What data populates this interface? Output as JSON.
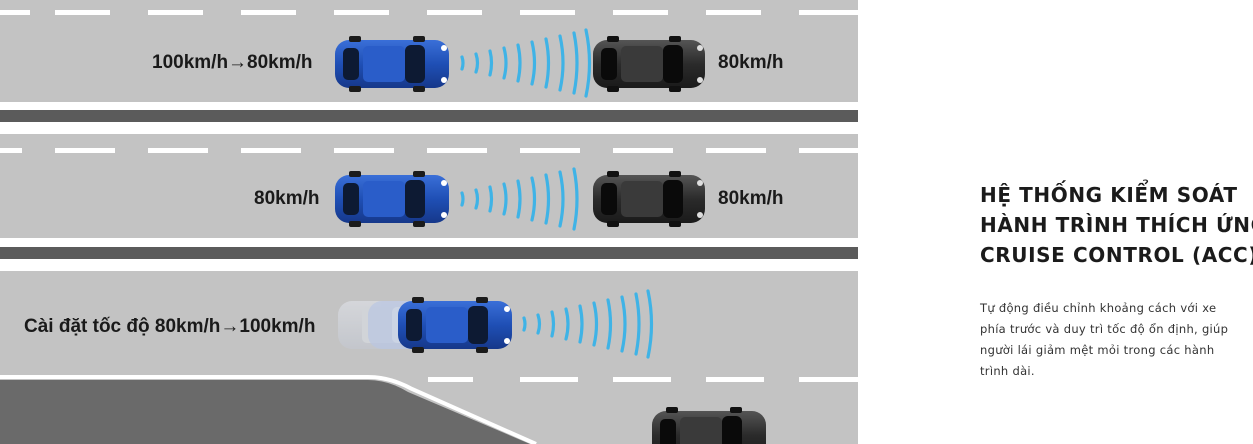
{
  "diagram": {
    "scenes": [
      {
        "own_speed": "100km/h→80km/h",
        "lead_speed": "80km/h"
      },
      {
        "own_speed": "80km/h",
        "lead_speed": "80km/h"
      },
      {
        "own_speed": "Cài đặt tốc độ 80km/h→100km/h"
      }
    ],
    "colors": {
      "road": "#c3c3c3",
      "divider": "#5b5b5b",
      "lane_marking": "#ffffff",
      "own_car": "#1f4fb5",
      "lead_car": "#2b2b2b",
      "radar_wave": "#3fb3e6",
      "merge_lane": "#6a6a6a"
    }
  },
  "info": {
    "title_lines": [
      "HỆ THỐNG KIỂM SOÁT",
      "HÀNH TRÌNH THÍCH ỨNG",
      "CRUISE CONTROL (ACC)"
    ],
    "description": "Tự động điều chỉnh khoảng cách với xe phía trước và duy trì tốc độ ổn định, giúp người lái giảm mệt mỏi trong các hành trình dài."
  }
}
